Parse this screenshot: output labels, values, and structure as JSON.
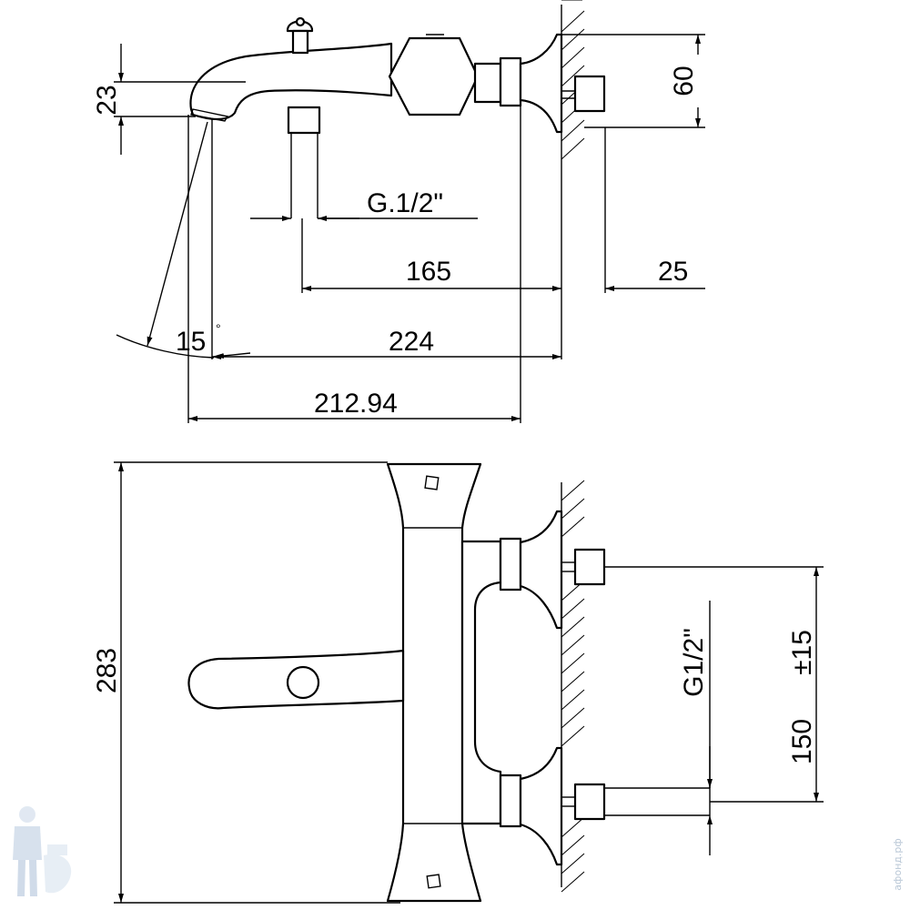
{
  "top_view": {
    "dim_height_spout": "23",
    "dim_height_body": "60",
    "dim_thread_top": "G.1/2\"",
    "dim_165": "165",
    "dim_25": "25",
    "dim_15": "15",
    "dim_degree": "°",
    "dim_224": "224",
    "dim_212": "212.94"
  },
  "front_view": {
    "dim_283": "283",
    "dim_thread_side": "G1/2\"",
    "dim_150": "150",
    "dim_tolerance": "±15"
  },
  "watermark": {
    "text": "афонд.рф",
    "logo_icon": "plumber-mascot-icon"
  }
}
